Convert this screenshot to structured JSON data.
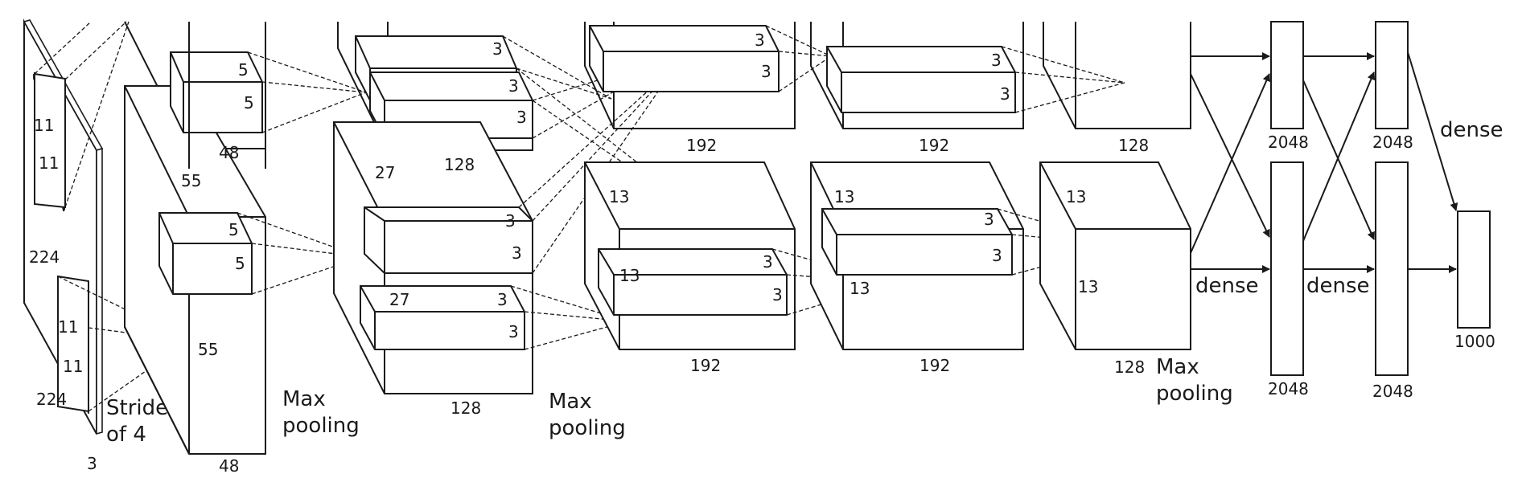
{
  "diagram": {
    "colors": {
      "ink": "#1a1a1a",
      "background": "#ffffff"
    },
    "labels": {
      "in_kernel_h": "11",
      "in_kernel_w": "11",
      "in_kernel2_h": "11",
      "in_kernel2_w": "11",
      "in_height": "224",
      "in_width": "224",
      "in_depth": "3",
      "stride_line1": "Stride",
      "stride_line2": "of 4",
      "c1_top_k_w": "5",
      "c1_top_k_h": "5",
      "c1_top_depth": "48",
      "c1_top_size": "55",
      "c1_bot_k_w": "5",
      "c1_bot_k_h": "5",
      "c1_bot_size": "55",
      "c1_bot_depth": "48",
      "pool1_line1": "Max",
      "pool1_line2": "pooling",
      "c2_top_k1": "3",
      "c2_top_k2": "3",
      "c2_top_k3": "3",
      "c2_top_size": "27",
      "c2_top_depth": "128",
      "c2_bot_k1": "3",
      "c2_bot_k2": "3",
      "c2_bot_size": "27",
      "c2_bot_k3": "3",
      "c2_bot_k4": "3",
      "c2_bot_depth": "128",
      "pool2_line1": "Max",
      "pool2_line2": "pooling",
      "c3_top_k1": "3",
      "c3_top_k2": "3",
      "c3_top_depth": "192",
      "c3_bot_size1": "13",
      "c3_bot_size2": "13",
      "c3_bot_k1": "3",
      "c3_bot_k2": "3",
      "c3_bot_depth": "192",
      "c4_top_k1": "3",
      "c4_top_k2": "3",
      "c4_top_depth": "192",
      "c4_bot_size1": "13",
      "c4_bot_k1": "3",
      "c4_bot_size2": "13",
      "c4_bot_k2": "3",
      "c4_bot_depth": "192",
      "c5_top_depth": "128",
      "c5_bot_size1": "13",
      "c5_bot_size2": "13",
      "c5_bot_depth": "128",
      "pool3_line1": "Max",
      "pool3_line2": "pooling",
      "fc6_top_units": "2048",
      "fc6_bot_units": "2048",
      "fc7_top_units": "2048",
      "fc7_bot_units": "2048",
      "out_units": "1000",
      "dense_1": "dense",
      "dense_2": "dense",
      "dense_3": "dense"
    }
  }
}
